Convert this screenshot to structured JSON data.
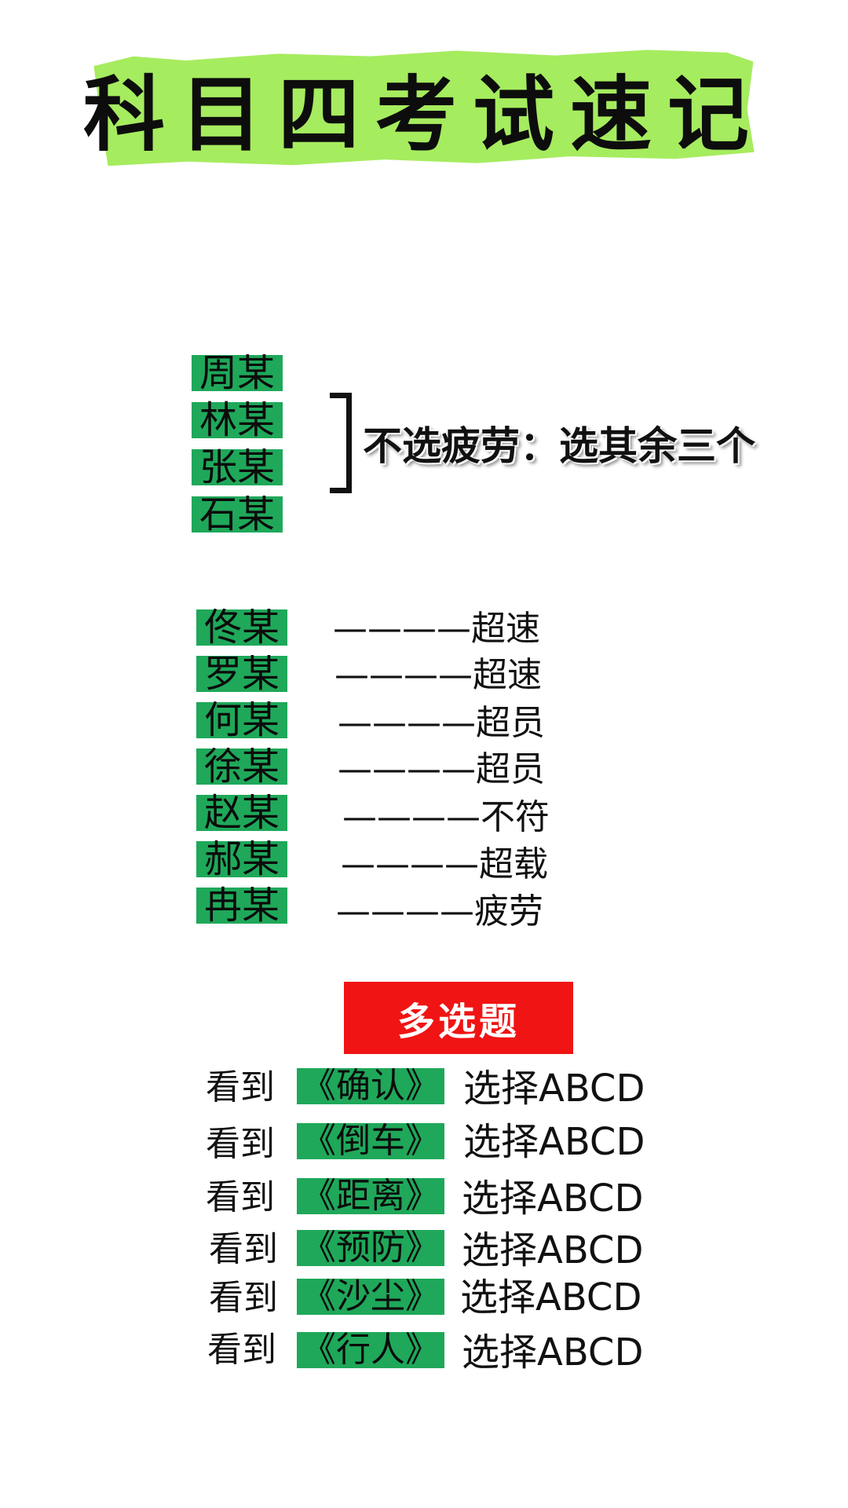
{
  "title": "科目四考试速记",
  "fatigue_group": {
    "names": [
      "周某",
      "林某",
      "张某",
      "石某"
    ],
    "note": "不选疲劳：选其余三个"
  },
  "violations": [
    {
      "name": "佟某",
      "dashes": "————",
      "answer": "超速"
    },
    {
      "name": "罗某",
      "dashes": "————",
      "answer": "超速"
    },
    {
      "name": "何某",
      "dashes": "————",
      "answer": "超员"
    },
    {
      "name": "徐某",
      "dashes": "————",
      "answer": "超员"
    },
    {
      "name": "赵某",
      "dashes": "————",
      "answer": "不符"
    },
    {
      "name": "郝某",
      "dashes": "————",
      "answer": "超载"
    },
    {
      "name": "冉某",
      "dashes": "————",
      "answer": "疲劳"
    }
  ],
  "multiple_choice": {
    "label": "多选题",
    "rows": [
      {
        "see": "看到",
        "keyword": "《确认》",
        "answer": "选择ABCD"
      },
      {
        "see": "看到",
        "keyword": "《倒车》",
        "answer": "选择ABCD"
      },
      {
        "see": "看到",
        "keyword": "《距离》",
        "answer": "选择ABCD"
      },
      {
        "see": "看到",
        "keyword": "《预防》",
        "answer": "选择ABCD"
      },
      {
        "see": "看到",
        "keyword": "《沙尘》",
        "answer": "选择ABCD"
      },
      {
        "see": "看到",
        "keyword": "《行人》",
        "answer": "选择ABCD"
      }
    ]
  },
  "colors": {
    "title_highlight": "#a6ec5f",
    "name_tag": "#1fa85a",
    "multi_banner": "#f01414"
  }
}
